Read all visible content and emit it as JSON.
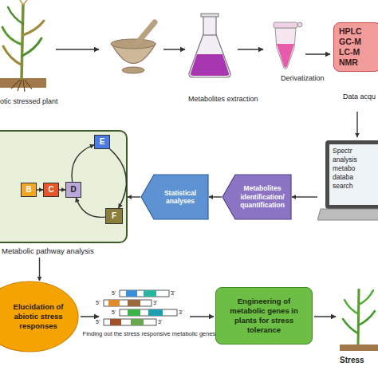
{
  "diagram": {
    "nodes": [
      {
        "text": [
          "HPLC GC-M LC-M NMR",
          "Data acqu"
        ]
      },
      {
        "text": [
          "Spectr analysis metabo databa search"
        ]
      },
      {
        "text": [
          "Metabolites identification/ quantification"
        ]
      },
      {
        "text": [
          "Statistical analyses"
        ]
      },
      {
        "text": [
          "Metabolic pathway analysis"
        ]
      },
      {
        "text": [
          "B"
        ],
        "in": 4
      },
      {
        "text": [
          "C"
        ],
        "in": 4
      },
      {
        "text": [
          "D"
        ],
        "in": 4
      },
      {
        "text": [
          "E"
        ],
        "in": 4
      },
      {
        "text": [
          "F"
        ],
        "in": 4
      },
      {
        "text": [
          "Elucidation of abiotic stress responses"
        ]
      },
      {
        "text": [
          "Engineering of metabolic genes in plants for stress tolerance"
        ]
      }
    ],
    "edges": [
      {
        "from": 0,
        "to": 1,
        "arrow": "to"
      },
      {
        "from": 1,
        "to": 2,
        "arrow": "to"
      },
      {
        "from": 2,
        "to": 3,
        "arrow": "to"
      },
      {
        "from": 3,
        "to": 4,
        "arrow": "to"
      },
      {
        "from": 5,
        "to": 6,
        "arrow": "to"
      },
      {
        "from": 6,
        "to": 7,
        "arrow": "to"
      },
      {
        "from": 7,
        "to": 8,
        "arrow": "to"
      },
      {
        "from": 8,
        "to": 9,
        "arrow": "to"
      },
      {
        "from": 9,
        "to": 7,
        "arrow": "to"
      },
      {
        "from": 4,
        "to": 10,
        "arrow": "to"
      }
    ],
    "labels": [
      "otic stressed plant",
      "Metabolites extraction",
      "Derivatization",
      "5'",
      "3'",
      "5'",
      "3'",
      "5'",
      "3'",
      "5'",
      "3'",
      "Finding out the stress responsive metabolic genes",
      "Stress"
    ]
  }
}
